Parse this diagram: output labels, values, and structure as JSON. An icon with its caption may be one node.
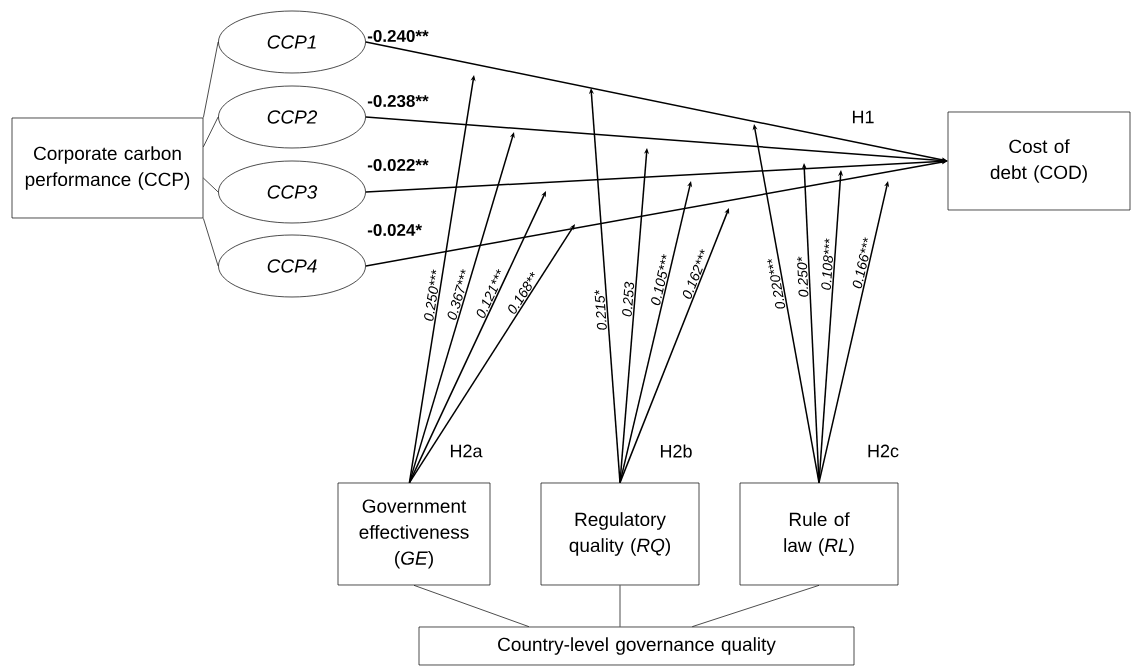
{
  "diagram": {
    "nodes": [
      {
        "text": [
          "Corporate carbon performance (CCP)"
        ]
      },
      {
        "text": [
          "CCP1"
        ]
      },
      {
        "text": [
          "CCP2"
        ]
      },
      {
        "text": [
          "CCP3"
        ]
      },
      {
        "text": [
          "CCP4"
        ]
      },
      {
        "text": [
          "Cost of debt (COD)"
        ]
      },
      {
        "text": [
          "Government effectiveness (*GE*)"
        ]
      },
      {
        "text": [
          "Regulatory quality (*RQ*)"
        ]
      },
      {
        "text": [
          "Rule of law (*RL*)"
        ]
      },
      {
        "text": [
          "Country-level governance quality"
        ]
      }
    ],
    "edges": [
      {
        "from": 0,
        "to": 1,
        "arrow": "none"
      },
      {
        "from": 0,
        "to": 2,
        "arrow": "none"
      },
      {
        "from": 0,
        "to": 3,
        "arrow": "none"
      },
      {
        "from": 0,
        "to": 4,
        "arrow": "none"
      },
      {
        "from": 1,
        "to": 5,
        "arrow": "to",
        "label": "-0.240**"
      },
      {
        "from": 2,
        "to": 5,
        "arrow": "to",
        "label": "-0.238**"
      },
      {
        "from": 3,
        "to": 5,
        "arrow": "to",
        "label": "-0.022**"
      },
      {
        "from": 4,
        "to": 5,
        "arrow": "to",
        "label": "-0.024*"
      },
      {
        "from": 6,
        "to": null,
        "arrow": "to",
        "label": "0.250***"
      },
      {
        "from": 6,
        "to": null,
        "arrow": "to",
        "label": "0.367***"
      },
      {
        "from": 6,
        "to": null,
        "arrow": "to",
        "label": "0.121***"
      },
      {
        "from": 6,
        "to": null,
        "arrow": "to",
        "label": "0.168**"
      },
      {
        "from": 7,
        "to": null,
        "arrow": "to",
        "label": "0.215*"
      },
      {
        "from": 7,
        "to": null,
        "arrow": "to",
        "label": "0.253"
      },
      {
        "from": 7,
        "to": null,
        "arrow": "to",
        "label": "0.105***"
      },
      {
        "from": 7,
        "to": null,
        "arrow": "to",
        "label": "0.162***"
      },
      {
        "from": 8,
        "to": null,
        "arrow": "to",
        "label": "0.220***"
      },
      {
        "from": 8,
        "to": null,
        "arrow": "to",
        "label": "0.250*"
      },
      {
        "from": 8,
        "to": null,
        "arrow": "to",
        "label": "0.108***"
      },
      {
        "from": 8,
        "to": null,
        "arrow": "to",
        "label": "0.166***"
      },
      {
        "from": 6,
        "to": 9,
        "arrow": "none"
      },
      {
        "from": 7,
        "to": 9,
        "arrow": "none"
      },
      {
        "from": 8,
        "to": 9,
        "arrow": "none"
      }
    ],
    "labels": [
      "H1",
      "H2a",
      "H2b",
      "H2c"
    ]
  }
}
